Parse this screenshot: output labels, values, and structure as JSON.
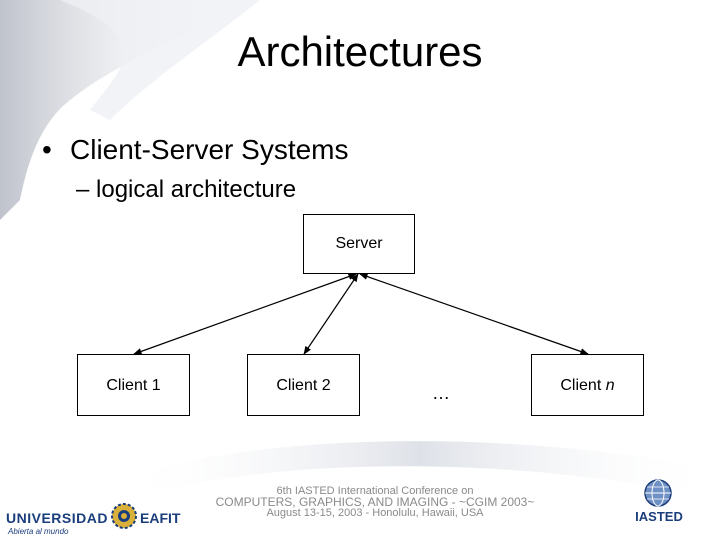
{
  "slide": {
    "title": "Architectures",
    "bullet_level1": "Client-Server Systems",
    "bullet_marker": "•",
    "bullet_level2": "– logical architecture"
  },
  "diagram": {
    "server": "Server",
    "clients": [
      "Client 1",
      "Client 2"
    ],
    "ellipsis": "…",
    "last_client_prefix": "Client ",
    "last_client_var": "n"
  },
  "footer": {
    "university_wordmark": "UNIVERSIDAD",
    "university_tagline": "Abierta al mundo",
    "university_short": "EAFIT",
    "conference_line1": "6th IASTED International Conference on",
    "conference_line2": "COMPUTERS, GRAPHICS, AND IMAGING - ~CGIM 2003~",
    "conference_line3": "August 13-15, 2003 - Honolulu, Hawaii, USA",
    "iasted_logo_text": "IASTED"
  },
  "colors": {
    "logo_blue": "#1a3d7c",
    "swoosh": "#c9cdd6",
    "footer_text": "#8a8a8a"
  }
}
